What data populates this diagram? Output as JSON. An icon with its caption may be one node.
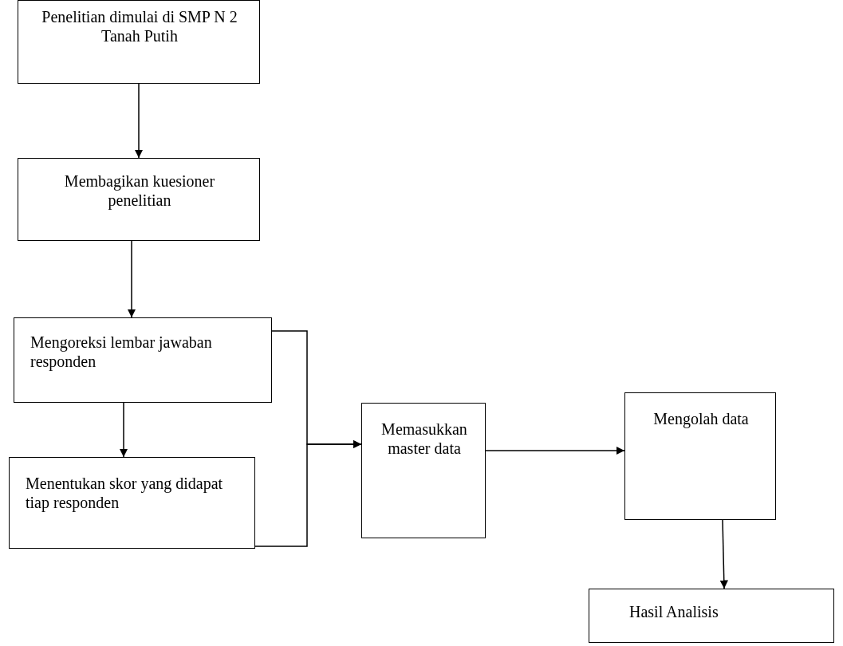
{
  "diagram": {
    "nodes": [
      {
        "text": [
          "Penelitian dimulai di SMP N 2 Tanah Putih"
        ]
      },
      {
        "text": [
          "Membagikan kuesioner penelitian"
        ]
      },
      {
        "text": [
          "Mengoreksi lembar jawaban responden"
        ]
      },
      {
        "text": [
          "Menentukan skor yang didapat tiap responden"
        ]
      },
      {
        "text": [
          "Memasukkan master data"
        ]
      },
      {
        "text": [
          "Mengolah data"
        ]
      },
      {
        "text": [
          "Hasil Analisis"
        ]
      }
    ],
    "edges": [
      {
        "from": 0,
        "to": 1,
        "arrow": "to"
      },
      {
        "from": 1,
        "to": 2,
        "arrow": "to"
      },
      {
        "from": 2,
        "to": 3,
        "arrow": "to"
      },
      {
        "from": 2,
        "to": 4,
        "arrow": "to"
      },
      {
        "from": 3,
        "to": 4,
        "arrow": "to"
      },
      {
        "from": 4,
        "to": 5,
        "arrow": "to"
      },
      {
        "from": 5,
        "to": 6,
        "arrow": "to"
      }
    ]
  }
}
